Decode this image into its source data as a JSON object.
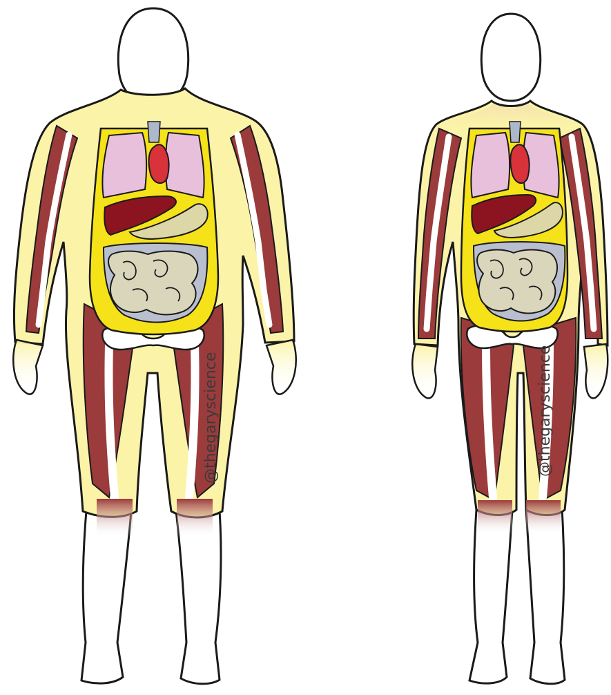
{
  "figures": [
    {
      "id": "obese-body",
      "watermark": "@thegaryscience",
      "colors": {
        "fat": "#fbf3a8",
        "muscle": "#9b3b3b",
        "bone": "#ffffff",
        "outline": "#1a1a1a"
      }
    },
    {
      "id": "lean-body",
      "watermark": "@thegaryscience",
      "colors": {
        "fat": "#fbf3a8",
        "muscle": "#9b3b3b",
        "bone": "#ffffff",
        "outline": "#1a1a1a"
      }
    }
  ],
  "organ_colors": {
    "visceral_fat": "#f5e218",
    "lungs": "#e9c0dc",
    "heart": "#d8323a",
    "liver": "#8c1421",
    "stomach": "#ddd6a6",
    "intestine_bg": "#b9bfcf",
    "intestines": "#d9d6bc",
    "airway": "#aeb8cc"
  }
}
